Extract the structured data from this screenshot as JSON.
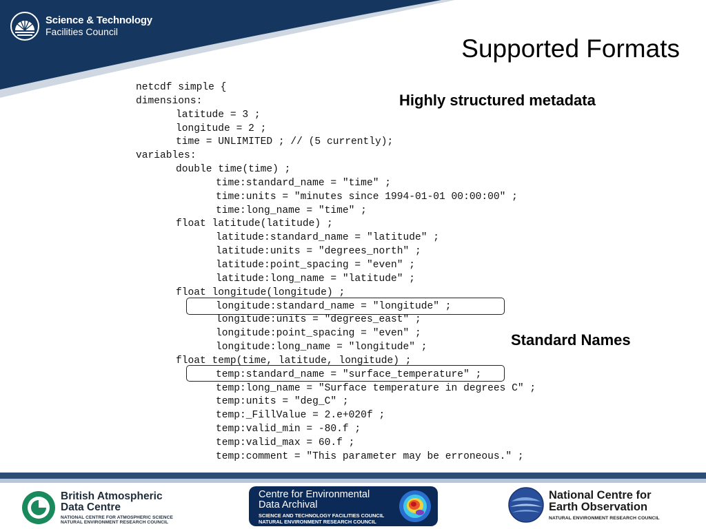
{
  "header": {
    "org_line1": "Science & Technology",
    "org_line2": "Facilities Council",
    "band_dark": "#15365e",
    "band_light": "#cfd8e2"
  },
  "title": "Supported Formats",
  "callouts": {
    "metadata": "Highly structured metadata",
    "standard_names": "Standard Names"
  },
  "code": {
    "lines": [
      "netcdf simple {",
      "dimensions:",
      "latitude = 3 ;",
      "longitude = 2 ;",
      "time = UNLIMITED ; // (5 currently);",
      "variables:",
      "double time(time) ;",
      "time:standard_name = \"time\" ;",
      "time:units = \"minutes since 1994-01-01 00:00:00\" ;",
      "time:long_name = \"time\" ;",
      "float latitude(latitude) ;",
      "latitude:standard_name = \"latitude\" ;",
      "latitude:units = \"degrees_north\" ;",
      "latitude:point_spacing = \"even\" ;",
      "latitude:long_name = \"latitude\" ;",
      "float longitude(longitude) ;",
      "longitude:standard_name = \"longitude\" ;",
      "longitude:units = \"degrees_east\" ;",
      "longitude:point_spacing = \"even\" ;",
      "longitude:long_name = \"longitude\" ;",
      "float temp(time, latitude, longitude) ;",
      "temp:standard_name = \"surface_temperature\" ;",
      "temp:long_name = \"Surface temperature in degrees C\" ;",
      "temp:units = \"deg_C\" ;",
      "temp:_FillValue = 2.e+020f ;",
      "temp:valid_min = -80.f ;",
      "temp:valid_max = 60.f ;",
      "temp:comment = \"This parameter may be erroneous.\" ;"
    ]
  },
  "footer": {
    "badc": {
      "title1": "British Atmospheric",
      "title2": "Data Centre",
      "sub1": "NATIONAL CENTRE FOR ATMOSPHERIC SCIENCE",
      "sub2": "NATURAL ENVIRONMENT RESEARCH COUNCIL",
      "accent": "#1a8a5c"
    },
    "ceda": {
      "title1": "Centre for Environmental",
      "title2": "Data Archival",
      "sub1": "SCIENCE AND TECHNOLOGY FACILITIES COUNCIL",
      "sub2": "NATURAL ENVIRONMENT RESEARCH COUNCIL",
      "background": "#0b2a57"
    },
    "nceo": {
      "title1": "National Centre for",
      "title2": "Earth Observation",
      "sub1": "NATURAL ENVIRONMENT RESEARCH COUNCIL",
      "accent": "#2a4f9a"
    }
  },
  "icons": {
    "stfc": "stfc-sunburst-icon",
    "badc": "badc-ring-icon",
    "ceda": "ceda-globe-icon",
    "nceo": "nceo-earth-icon"
  }
}
